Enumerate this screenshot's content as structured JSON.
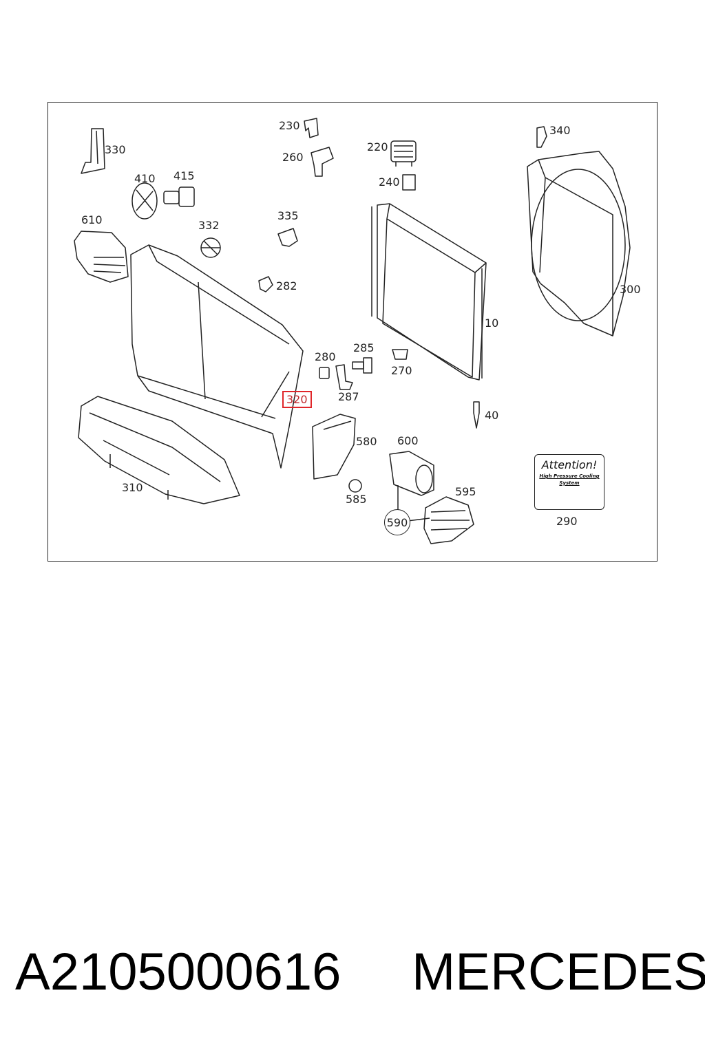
{
  "callouts": {
    "c330": "330",
    "c230": "230",
    "c260": "260",
    "c220": "220",
    "c240": "240",
    "c340": "340",
    "c410": "410",
    "c415": "415",
    "c610": "610",
    "c332": "332",
    "c335": "335",
    "c282": "282",
    "c300": "300",
    "c10": "10",
    "c280": "280",
    "c285": "285",
    "c270": "270",
    "c287": "287",
    "c320": "320",
    "c40": "40",
    "c580": "580",
    "c600": "600",
    "c310": "310",
    "c585": "585",
    "c595": "595",
    "c590": "590",
    "c290": "290"
  },
  "attention_card": {
    "title": "Attention!",
    "text": "High Pressure Cooling System"
  },
  "footer": {
    "part_number": "A2105000616",
    "brand": "MERCEDES"
  },
  "colors": {
    "highlight": "#e0262a",
    "line": "#222222"
  }
}
